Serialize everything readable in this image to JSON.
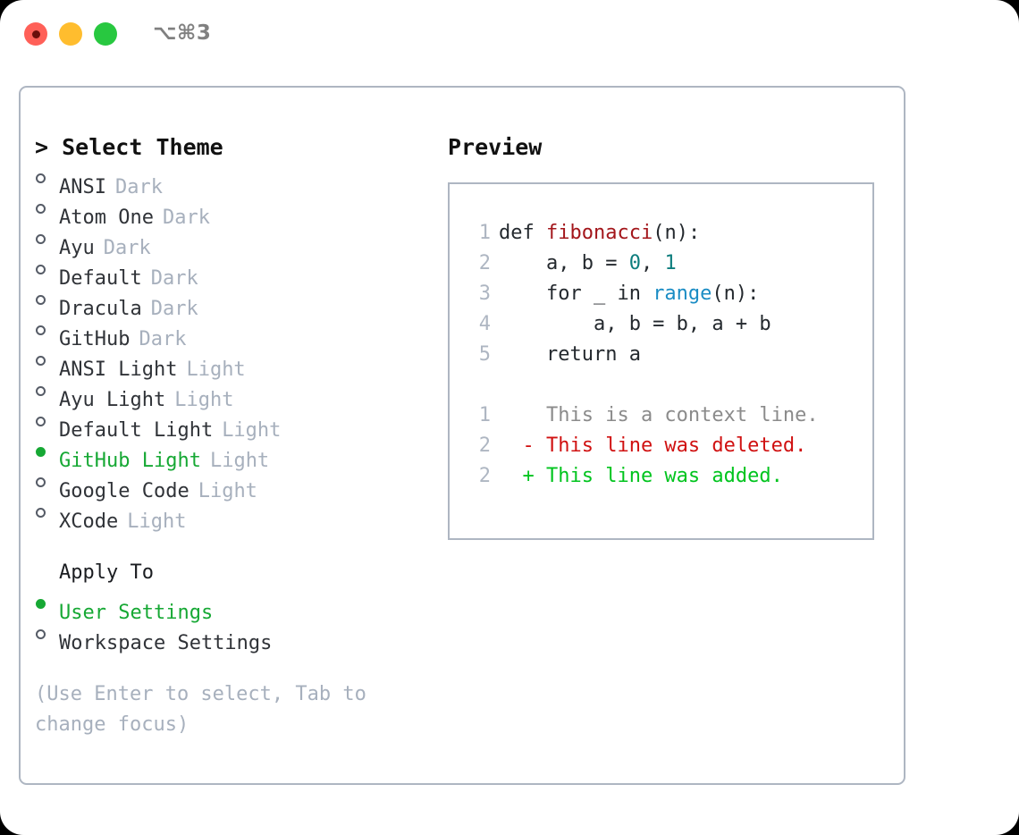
{
  "window": {
    "title": "⌥⌘3",
    "controls": [
      {
        "name": "close",
        "color": "#ff6058"
      },
      {
        "name": "minimize",
        "color": "#ffbd2e"
      },
      {
        "name": "maximize",
        "color": "#28c840"
      }
    ]
  },
  "theme_picker": {
    "heading": "> Select Theme",
    "items": [
      {
        "name": "ANSI",
        "kind": "Dark",
        "selected": false
      },
      {
        "name": "Atom One",
        "kind": "Dark",
        "selected": false
      },
      {
        "name": "Ayu",
        "kind": "Dark",
        "selected": false
      },
      {
        "name": "Default",
        "kind": "Dark",
        "selected": false
      },
      {
        "name": "Dracula",
        "kind": "Dark",
        "selected": false
      },
      {
        "name": "GitHub",
        "kind": "Dark",
        "selected": false
      },
      {
        "name": "ANSI Light",
        "kind": "Light",
        "selected": false
      },
      {
        "name": "Ayu Light",
        "kind": "Light",
        "selected": false
      },
      {
        "name": "Default Light",
        "kind": "Light",
        "selected": false
      },
      {
        "name": "GitHub Light",
        "kind": "Light",
        "selected": true
      },
      {
        "name": "Google Code",
        "kind": "Light",
        "selected": false
      },
      {
        "name": "XCode",
        "kind": "Light",
        "selected": false
      }
    ]
  },
  "apply_to": {
    "heading": "Apply To",
    "options": [
      {
        "label": "User Settings",
        "selected": true
      },
      {
        "label": "Workspace Settings",
        "selected": false
      }
    ]
  },
  "hint": "(Use Enter to select, Tab to change focus)",
  "preview": {
    "heading": "Preview",
    "code_lines": [
      {
        "num": "1",
        "segments": [
          {
            "text": "def ",
            "token": "plain"
          },
          {
            "text": "fibonacci",
            "token": "function"
          },
          {
            "text": "(n):",
            "token": "plain"
          }
        ]
      },
      {
        "num": "2",
        "segments": [
          {
            "text": "    a, b = ",
            "token": "plain"
          },
          {
            "text": "0",
            "token": "number"
          },
          {
            "text": ", ",
            "token": "plain"
          },
          {
            "text": "1",
            "token": "number"
          }
        ]
      },
      {
        "num": "3",
        "segments": [
          {
            "text": "    for _ in ",
            "token": "plain"
          },
          {
            "text": "range",
            "token": "call"
          },
          {
            "text": "(n):",
            "token": "plain"
          }
        ]
      },
      {
        "num": "4",
        "segments": [
          {
            "text": "        a, b = b, a + b",
            "token": "plain"
          }
        ]
      },
      {
        "num": "5",
        "segments": [
          {
            "text": "    return a",
            "token": "plain"
          }
        ]
      }
    ],
    "diff_lines": [
      {
        "num": "1",
        "marker": " ",
        "text": "This is a context line.",
        "kind": "context"
      },
      {
        "num": "2",
        "marker": "-",
        "text": "This line was deleted.",
        "kind": "deleted"
      },
      {
        "num": "2",
        "marker": "+",
        "text": "This line was added.",
        "kind": "added"
      }
    ]
  },
  "colors": {
    "accent_green": "#16a834",
    "muted": "#a7b0bd",
    "border": "#aeb6c2",
    "function": "#a3161b",
    "number": "#0d7d7d",
    "call": "#1a8cc4",
    "diff_deleted": "#d01111",
    "diff_added": "#00c41e",
    "diff_context": "#8b8b8b"
  }
}
